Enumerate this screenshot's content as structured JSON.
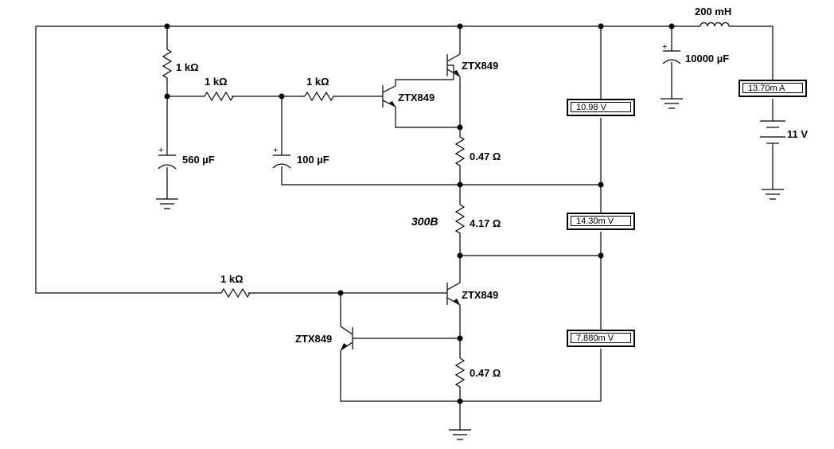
{
  "components": {
    "r_top_left": "1 kΩ",
    "r_mid_1": "1 kΩ",
    "r_mid_2": "1 kΩ",
    "r_bottom": "1 kΩ",
    "c_560": "560 µF",
    "c_100": "100 µF",
    "c_10000": "10000 µF",
    "inductor": "200 mH",
    "battery": "11 V",
    "q_top_outer": "ZTX849",
    "q_top_inner": "ZTX849",
    "q_bottom_main": "ZTX849",
    "q_bottom_sense": "ZTX849",
    "r_sense_top": "0.47 Ω",
    "r_load": "4.17 Ω",
    "r_sense_bottom": "0.47 Ω",
    "load_label": "300B"
  },
  "meters": {
    "ammeter": "13.70m A",
    "voltmeter_top": "10.98  V",
    "voltmeter_mid": "14.30m V",
    "voltmeter_bottom": "7.880m V"
  },
  "polarity_mark": "+"
}
